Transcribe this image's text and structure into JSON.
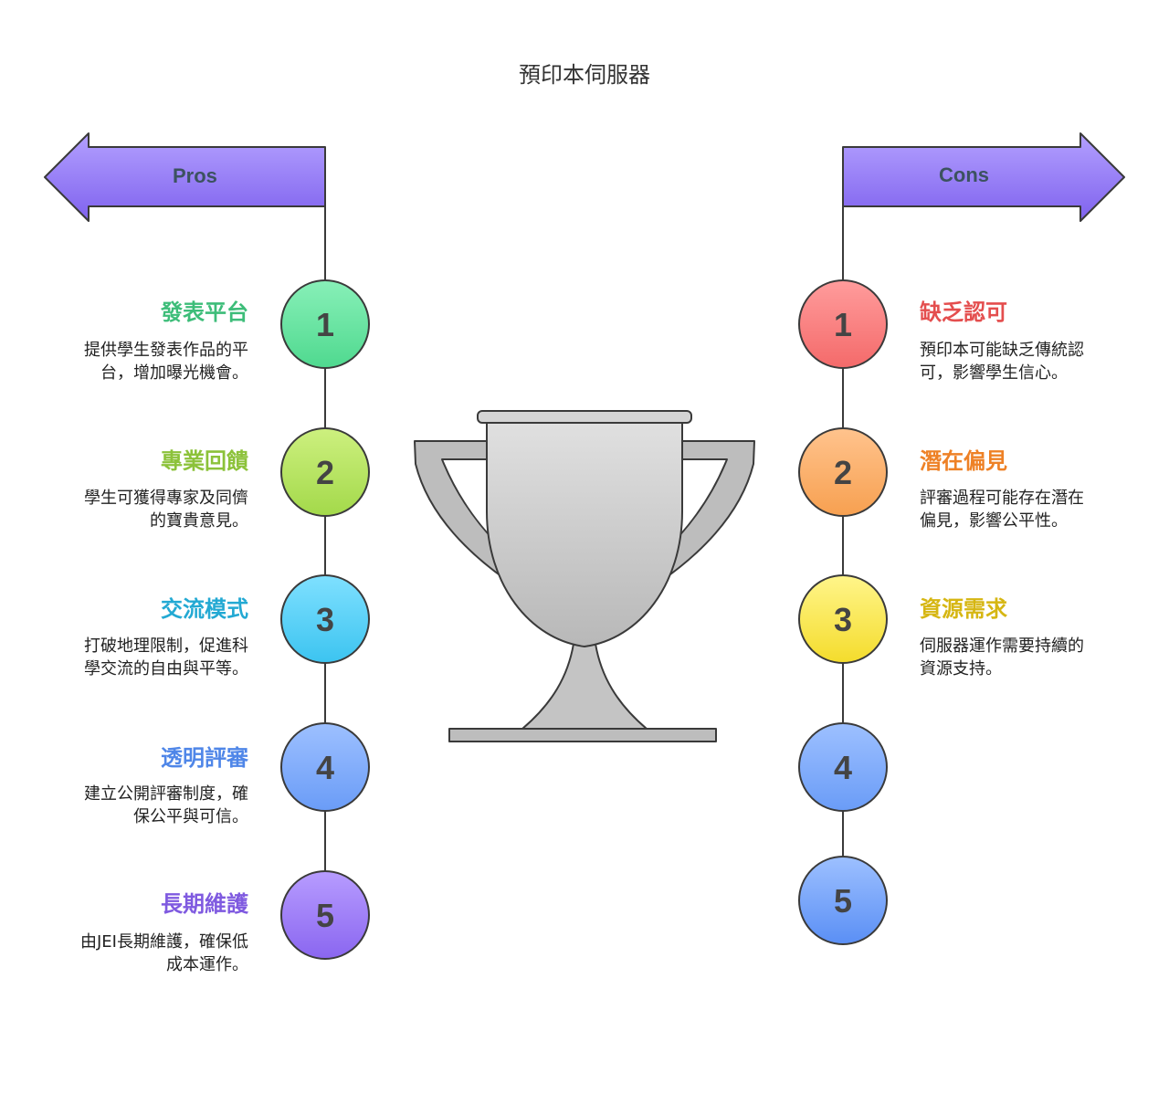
{
  "title": "預印本伺服器",
  "pros": {
    "label": "Pros",
    "items": [
      {
        "number": "1",
        "title": "發表平台",
        "desc_lines": [
          "提供學生發表作品的平",
          "台，增加曝光機會。"
        ],
        "color": "#3dbd79",
        "fill_top": "#88f0b8",
        "fill_bottom": "#4fd98f"
      },
      {
        "number": "2",
        "title": "專業回饋",
        "desc_lines": [
          "學生可獲得專家及同儕",
          "的寶貴意見。"
        ],
        "color": "#8cc23a",
        "fill_top": "#cdf07f",
        "fill_bottom": "#a3d94a"
      },
      {
        "number": "3",
        "title": "交流模式",
        "desc_lines": [
          "打破地理限制，促進科",
          "學交流的自由與平等。"
        ],
        "color": "#23a9d3",
        "fill_top": "#7fe0ff",
        "fill_bottom": "#3cc4f0"
      },
      {
        "number": "4",
        "title": "透明評審",
        "desc_lines": [
          "建立公開評審制度，確",
          "保公平與可信。"
        ],
        "color": "#4f86e8",
        "fill_top": "#9dc0ff",
        "fill_bottom": "#6a9cf7"
      },
      {
        "number": "5",
        "title": "長期維護",
        "desc_lines": [
          "由JEI長期維護，確保低",
          "成本運作。"
        ],
        "color": "#7f5ae0",
        "fill_top": "#b79cff",
        "fill_bottom": "#8a66f0"
      }
    ]
  },
  "cons": {
    "label": "Cons",
    "items": [
      {
        "number": "1",
        "title": "缺乏認可",
        "desc_lines": [
          "預印本可能缺乏傳統認",
          "可，影響學生信心。"
        ],
        "color": "#e44e4e",
        "fill_top": "#ff9c9c",
        "fill_bottom": "#f46a6a"
      },
      {
        "number": "2",
        "title": "潛在偏見",
        "desc_lines": [
          "評審過程可能存在潛在",
          "偏見，影響公平性。"
        ],
        "color": "#ee8126",
        "fill_top": "#ffc38d",
        "fill_bottom": "#f7a050"
      },
      {
        "number": "3",
        "title": "資源需求",
        "desc_lines": [
          "伺服器運作需要持續的",
          "資源支持。"
        ],
        "color": "#d6b612",
        "fill_top": "#fff58a",
        "fill_bottom": "#f4dc2c"
      },
      {
        "number": "4",
        "title": "",
        "desc_lines": [],
        "color": "#4f86e8",
        "fill_top": "#9dc0ff",
        "fill_bottom": "#6a9cf7"
      },
      {
        "number": "5",
        "title": "",
        "desc_lines": [],
        "color": "#4f86e8",
        "fill_top": "#9dc0ff",
        "fill_bottom": "#5a8ff5"
      }
    ]
  },
  "colors": {
    "arrow_top": "#b3a0ff",
    "arrow_bottom": "#7f62ee",
    "trophy_fill": "#bdbdbd",
    "trophy_light": "#d9d9d9",
    "stroke": "#3a3a3a"
  },
  "icons": {
    "pros_arrow": "arrow-left-icon",
    "cons_arrow": "arrow-right-icon",
    "center": "trophy-icon"
  }
}
